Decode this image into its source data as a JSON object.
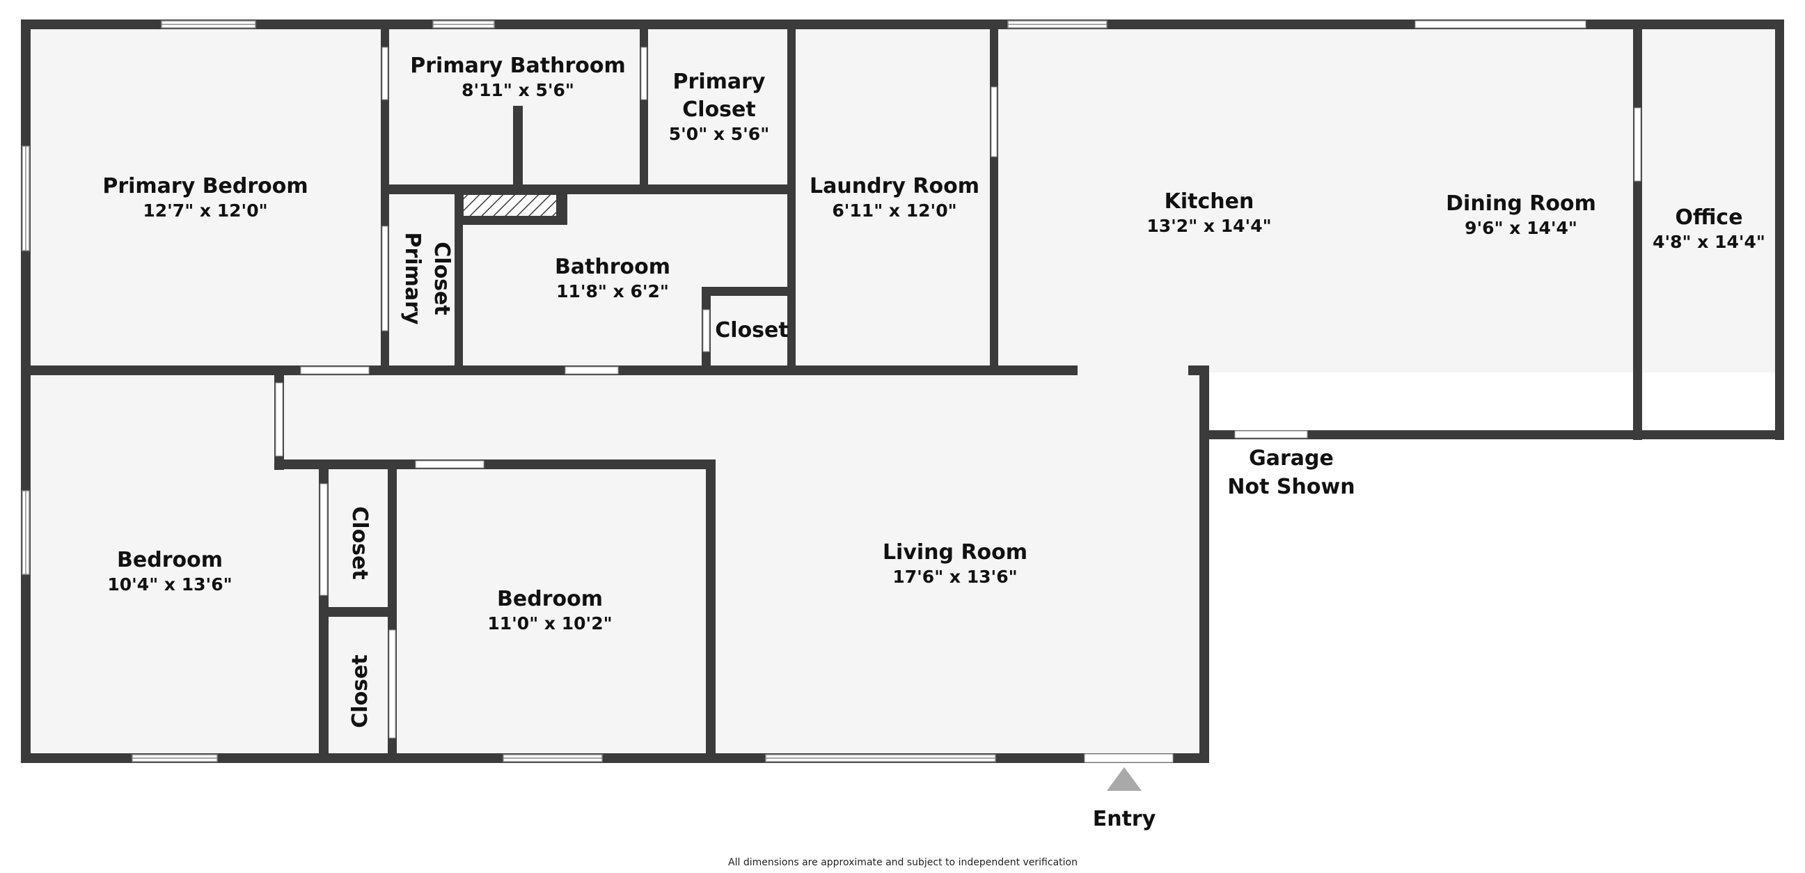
{
  "rooms": {
    "primary_bedroom": {
      "name": "Primary Bedroom",
      "dims": "12'7\" x 12'0\""
    },
    "primary_bathroom": {
      "name": "Primary Bathroom",
      "dims": "8'11\" x 5'6\""
    },
    "primary_closet_top": {
      "name_line1": "Primary",
      "name_line2": "Closet",
      "dims": "5'0\" x 5'6\""
    },
    "primary_closet_side": {
      "name_line1": "Primary",
      "name_line2": "Closet"
    },
    "bathroom": {
      "name": "Bathroom",
      "dims": "11'8\" x 6'2\""
    },
    "hall_closet": {
      "name": "Closet"
    },
    "laundry_room": {
      "name": "Laundry Room",
      "dims": "6'11\" x 12'0\""
    },
    "kitchen": {
      "name": "Kitchen",
      "dims": "13'2\" x 14'4\""
    },
    "dining_room": {
      "name": "Dining Room",
      "dims": "9'6\" x 14'4\""
    },
    "office": {
      "name": "Office",
      "dims": "4'8\" x 14'4\""
    },
    "bedroom_left": {
      "name": "Bedroom",
      "dims": "10'4\" x 13'6\""
    },
    "bedroom_mid": {
      "name": "Bedroom",
      "dims": "11'0\" x 10'2\""
    },
    "closet_upper": {
      "name": "Closet"
    },
    "closet_lower": {
      "name": "Closet"
    },
    "living_room": {
      "name": "Living Room",
      "dims": "17'6\" x 13'6\""
    }
  },
  "garage": {
    "line1": "Garage",
    "line2": "Not Shown"
  },
  "entry": {
    "label": "Entry"
  },
  "disclaimer": "All dimensions are approximate and subject to independent verification",
  "colors": {
    "wall": "#3b3b3b",
    "floor": "#f5f5f5",
    "opening": "#ffffff",
    "entry_arrow": "#a9a9a9"
  }
}
